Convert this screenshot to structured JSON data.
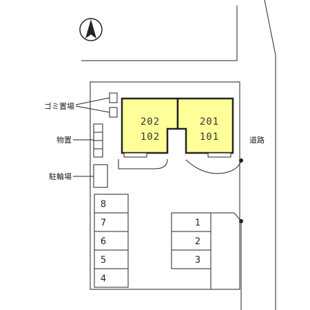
{
  "labels": {
    "garbage": "ゴミ置場",
    "storage": "物置",
    "bicycle": "駐輪場",
    "road": "道路"
  },
  "units": [
    {
      "upper": "202",
      "lower": "102"
    },
    {
      "upper": "201",
      "lower": "101"
    }
  ],
  "parking_left": [
    "8",
    "7",
    "6",
    "5",
    "4"
  ],
  "parking_right": [
    "1",
    "2",
    "3"
  ],
  "colors": {
    "building": "#ffff99",
    "line": "#222222"
  },
  "icons": {
    "compass": "north-arrow-icon"
  }
}
